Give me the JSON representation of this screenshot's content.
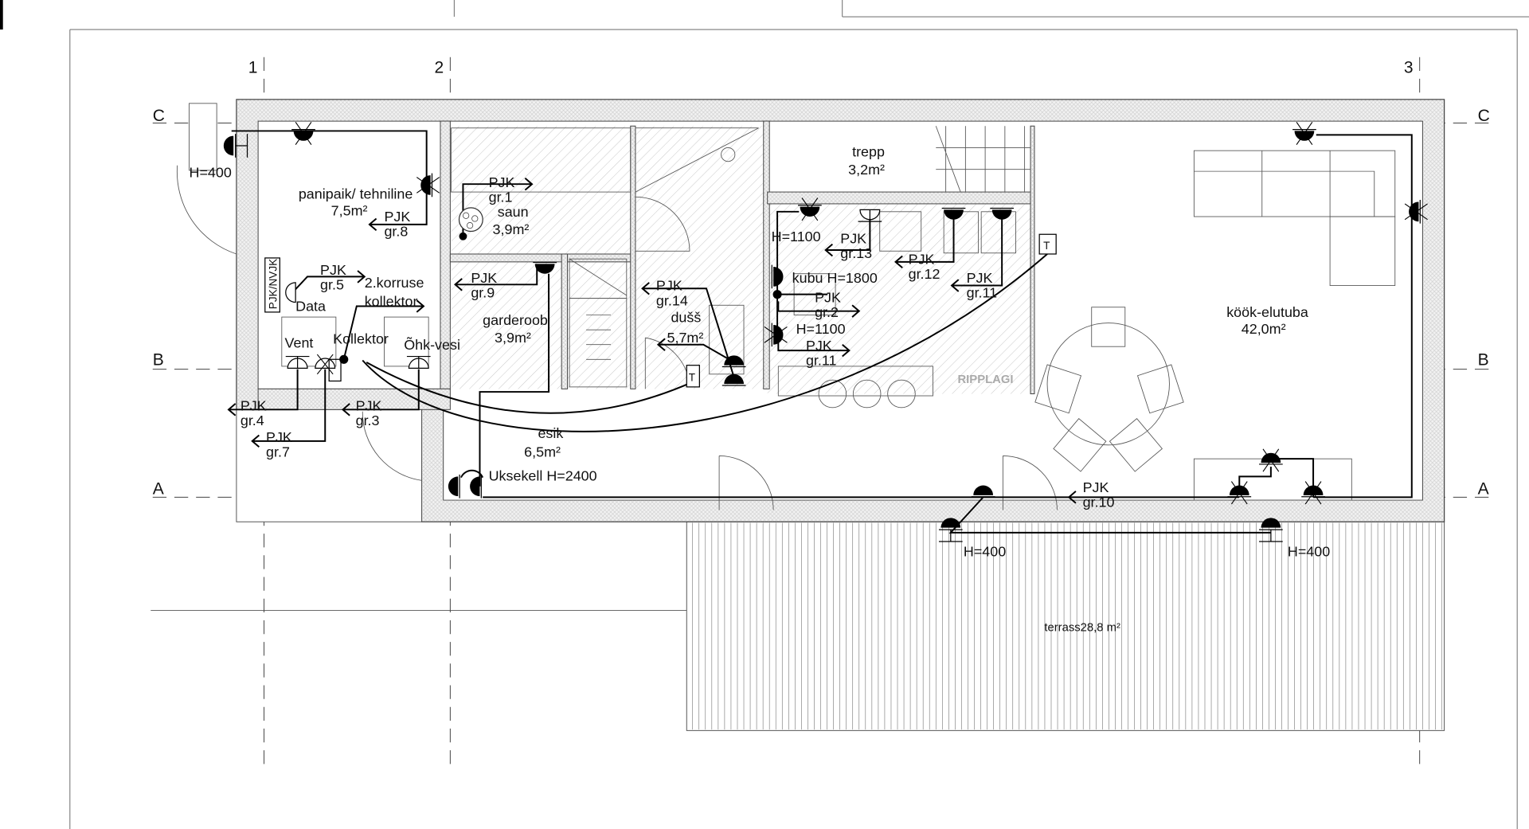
{
  "grid": {
    "col_1": "1",
    "col_2": "2",
    "col_3": "3",
    "row_c": "C",
    "row_b": "B",
    "row_a": "A"
  },
  "rooms": {
    "panipaik": {
      "name": "panipaik/ tehniline",
      "area": "7,5m²"
    },
    "saun": {
      "name": "saun",
      "area": "3,9m²"
    },
    "garderoob": {
      "name": "garderoob",
      "area": "3,9m²"
    },
    "duss": {
      "name": "dušš",
      "area": "5,7m²"
    },
    "trepp": {
      "name": "trepp",
      "area": "3,2m²"
    },
    "kook": {
      "name": "köök-elutuba",
      "area": "42,0m²"
    },
    "esik": {
      "name": "esik",
      "area": "6,5m²"
    },
    "terrass": {
      "name": "terrass28,8 m²"
    }
  },
  "circuits": {
    "gr1": {
      "pjk": "PJK",
      "gr": "gr.1"
    },
    "gr2": {
      "pjk": "PJK",
      "gr": "gr.2"
    },
    "gr3": {
      "pjk": "PJK",
      "gr": "gr.3"
    },
    "gr4": {
      "pjk": "PJK",
      "gr": "gr.4"
    },
    "gr5": {
      "pjk": "PJK",
      "gr": "gr.5"
    },
    "gr7": {
      "pjk": "PJK",
      "gr": "gr.7"
    },
    "gr8": {
      "pjk": "PJK",
      "gr": "gr.8"
    },
    "gr9": {
      "pjk": "PJK",
      "gr": "gr.9"
    },
    "gr10": {
      "pjk": "PJK",
      "gr": "gr.10"
    },
    "gr11a": {
      "pjk": "PJK",
      "gr": "gr.11"
    },
    "gr11b": {
      "pjk": "PJK",
      "gr": "gr.11"
    },
    "gr12": {
      "pjk": "PJK",
      "gr": "gr.12"
    },
    "gr13": {
      "pjk": "PJK",
      "gr": "gr.13"
    },
    "gr14": {
      "pjk": "PJK",
      "gr": "gr.14"
    }
  },
  "labels": {
    "h400_entry": "H=400",
    "korruse": "2.korruse",
    "kollektor2": "kollektor",
    "data": "Data",
    "pjk_nvjk": "PJK/NVJK",
    "vent": "Vent",
    "kollektor": "Kollektor",
    "ohk_vesi": "Õhk-vesi",
    "h1100_a": "H=1100",
    "h1100_b": "H=1100",
    "kubu": "kubu H=1800",
    "ripplagi": "RIPPLAGI",
    "uksekell": "Uksekell H=2400",
    "h400_terr_1": "H=400",
    "h400_terr_2": "H=400",
    "thermostat_1": "T",
    "thermostat_2": "T"
  }
}
